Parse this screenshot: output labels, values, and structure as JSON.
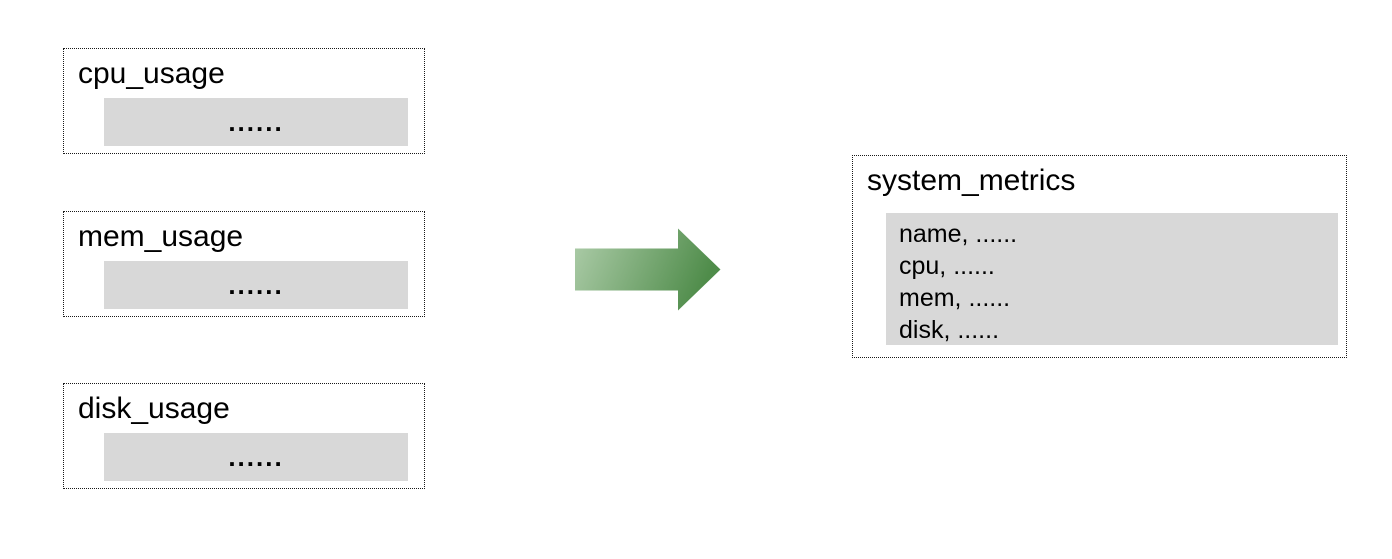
{
  "diagram": {
    "source_tables": [
      {
        "title": "cpu_usage",
        "body_placeholder": "......"
      },
      {
        "title": "mem_usage",
        "body_placeholder": "......"
      },
      {
        "title": "disk_usage",
        "body_placeholder": "......"
      }
    ],
    "arrow": {
      "icon": "right-arrow-icon",
      "direction": "right",
      "gradient_start": "#aecdaa",
      "gradient_end": "#4f8c4a"
    },
    "result_table": {
      "title": "system_metrics",
      "rows": [
        "name, ......",
        "cpu, ......",
        "mem, ......",
        "disk, ......"
      ]
    },
    "colors": {
      "panel_fill": "#d8d8d8",
      "border": "#000000",
      "background": "#ffffff"
    }
  }
}
